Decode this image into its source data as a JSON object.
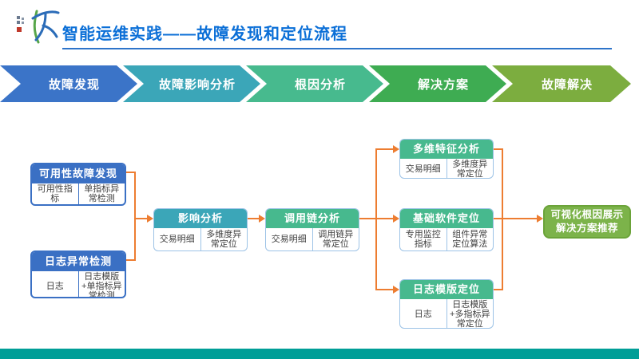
{
  "slide": {
    "title": "智能运维实践——故障发现和定位流程"
  },
  "stages": {
    "items": [
      {
        "label": "故障发现",
        "color": "#3B74C8"
      },
      {
        "label": "故障影响分析",
        "color": "#3BA6B8"
      },
      {
        "label": "根因分析",
        "color": "#47BA8E"
      },
      {
        "label": "解决方案",
        "color": "#3EAC52"
      },
      {
        "label": "故障解决",
        "color": "#7CAD3F"
      }
    ]
  },
  "flow": {
    "boxes": [
      {
        "title": "可用性故障发现",
        "cells": [
          "可用性指标",
          "单指标异常检测"
        ],
        "theme": "blue"
      },
      {
        "title": "日志异常检测",
        "cells": [
          "日志",
          "日志模版+单指标异常检测"
        ],
        "theme": "blue"
      },
      {
        "title": "影响分析",
        "cells": [
          "交易明细",
          "多维度异常定位"
        ],
        "theme": "teal"
      },
      {
        "title": "调用链分析",
        "cells": [
          "交易明细",
          "调用链异常定位"
        ],
        "theme": "green"
      },
      {
        "title": "多维特征分析",
        "cells": [
          "交易明细",
          "多维度异常定位"
        ],
        "theme": "green"
      },
      {
        "title": "基础软件定位",
        "cells": [
          "专用监控指标",
          "组件异常定位算法"
        ],
        "theme": "green"
      },
      {
        "title": "日志模版定位",
        "cells": [
          "日志",
          "日志模版+多指标异常定位"
        ],
        "theme": "green"
      }
    ],
    "result": {
      "line1": "可视化根因展示",
      "line2": "解决方案推荐"
    },
    "connections": [
      {
        "from": "可用性故障发现",
        "to": "影响分析"
      },
      {
        "from": "日志异常检测",
        "to": "影响分析"
      },
      {
        "from": "影响分析",
        "to": "调用链分析"
      },
      {
        "from": "调用链分析",
        "to": "多维特征分析"
      },
      {
        "from": "调用链分析",
        "to": "基础软件定位"
      },
      {
        "from": "调用链分析",
        "to": "日志模版定位"
      },
      {
        "from": "多维特征分析",
        "to": "可视化根因展示解决方案推荐"
      },
      {
        "from": "基础软件定位",
        "to": "可视化根因展示解决方案推荐"
      },
      {
        "from": "日志模版定位",
        "to": "可视化根因展示解决方案推荐"
      }
    ]
  },
  "colors": {
    "title": "#0B6FD7",
    "title_underline": "#2E74C9",
    "connector": "#ED7D31",
    "blue_box_header": "#3A70C4",
    "teal_box_header": "#3BA6B8",
    "green_box_header": "#47B98E",
    "light_border": "#9DC3E6",
    "result_fill": "#7CB34A",
    "bottom_bar": "#009E97"
  },
  "icons": {
    "logo": "company-logo"
  }
}
